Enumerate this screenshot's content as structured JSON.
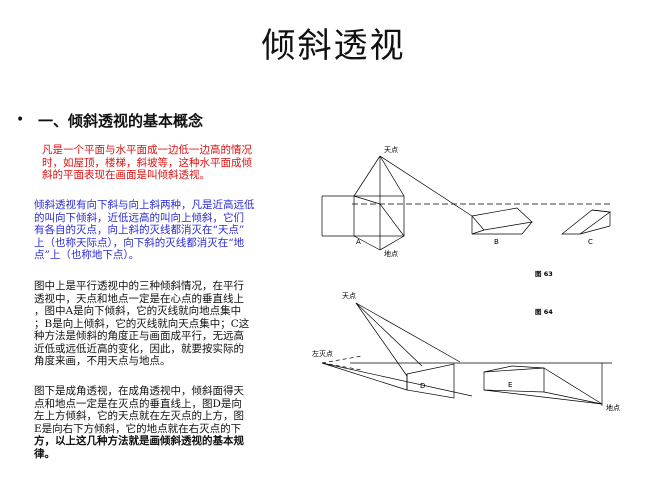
{
  "page": {
    "title": "倾斜透视",
    "bullet_symbol": "•",
    "section_heading": "一、倾斜透视的基本概念"
  },
  "paragraphs": {
    "p1": "凡是一个平面与水平面成一边低一边高的情况\n时，如屋顶，楼梯，斜坡等，这种水平面成倾\n斜的平面表现在画面是叫倾斜透视。",
    "p2": "倾斜透视有向下斜与向上斜两种，凡是近高远低\n的叫向下倾斜，近低远高的叫向上倾斜，它们\n有各自的灭点，向上斜的灭线都消灭在“天点”\n上（也称天际点），向下斜的灭线都消灭在“地\n点”上（也称地下点）。",
    "p3": "图中上是平行透视中的三种倾斜情况，在平行\n透视中，天点和地点一定是在心点的垂直线上\n，图中A是向下倾斜，它的灭线就向地点集中\n；B是向上倾斜，它的灭线就向天点集中；C这\n种方法是倾斜的角度正与画面成平行，无远高\n近低或远低近高的变化，因此，就要按实际的\n角度来画，不用天点与地点。",
    "p4_normal": "图下是成角透视，在成角透视中，倾斜面得天\n点和地点一定是在灭点的垂直线上，图D是向\n左上方倾斜，它的天点就在左灭点的上方，图\nE是向右下方倾斜，它的地点就在右灭点的下\n",
    "p4_bold": "方，以上这几种方法就是画倾斜透视的基本规\n律。"
  },
  "diagram_top": {
    "label_sky": "天点",
    "label_ground": "地点",
    "label_a": "A",
    "label_b": "B",
    "label_c": "C",
    "caption": "图 63"
  },
  "diagram_bottom": {
    "label_sky": "天点",
    "label_left_vp": "左灭点",
    "label_ground": "地点",
    "label_d": "D",
    "label_e": "E",
    "caption": "图 64"
  }
}
